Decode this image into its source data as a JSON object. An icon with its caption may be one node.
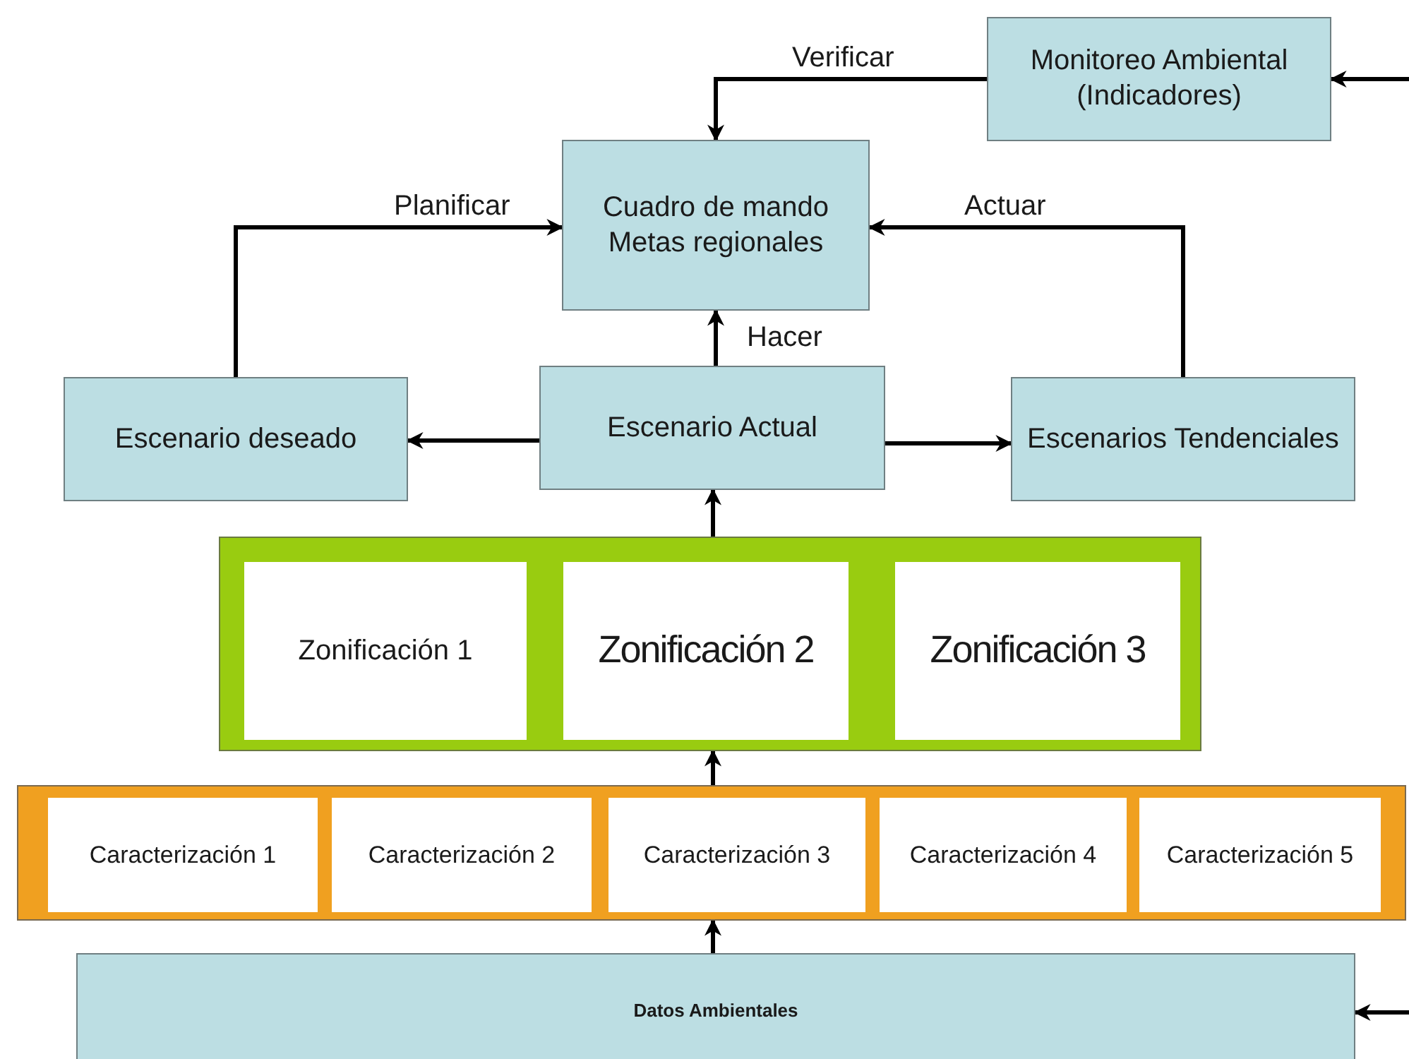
{
  "diagram": {
    "nodes": [
      {
        "text": [
          "Monitoreo Ambiental (Indicadores)"
        ]
      },
      {
        "text": [
          "Cuadro de mando Metas regionales"
        ]
      },
      {
        "text": [
          "Escenario deseado"
        ]
      },
      {
        "text": [
          "Escenario Actual"
        ]
      },
      {
        "text": [
          "Escenarios Tendenciales"
        ]
      },
      {
        "text": [],
        "shape": "box"
      },
      {
        "text": [
          "Zonificación 1"
        ],
        "in": 5
      },
      {
        "text": [
          "Zonificación 2"
        ],
        "in": 5
      },
      {
        "text": [
          "Zonificación 3"
        ],
        "in": 5
      },
      {
        "text": [],
        "shape": "box"
      },
      {
        "text": [
          "Caracterización 1"
        ],
        "in": 9
      },
      {
        "text": [
          "Caracterización 2"
        ],
        "in": 9
      },
      {
        "text": [
          "Caracterización 3"
        ],
        "in": 9
      },
      {
        "text": [
          "Caracterización 4"
        ],
        "in": 9
      },
      {
        "text": [
          "Caracterización 5"
        ],
        "in": 9
      },
      {
        "text": [
          "Datos Ambientales"
        ]
      }
    ],
    "edges": [
      {
        "from": null,
        "to": 0,
        "arrow": "to"
      },
      {
        "from": 0,
        "to": 1,
        "arrow": "to",
        "label": "Verificar"
      },
      {
        "from": 2,
        "to": 1,
        "arrow": "to",
        "label": "Planificar"
      },
      {
        "from": 3,
        "to": 1,
        "arrow": "to",
        "label": "Hacer"
      },
      {
        "from": 4,
        "to": 1,
        "arrow": "to",
        "label": "Actuar"
      },
      {
        "from": 3,
        "to": 2,
        "arrow": "to"
      },
      {
        "from": 3,
        "to": 4,
        "arrow": "to"
      },
      {
        "from": 5,
        "to": 3,
        "arrow": "to"
      },
      {
        "from": 9,
        "to": 5,
        "arrow": "to"
      },
      {
        "from": 15,
        "to": 9,
        "arrow": "to"
      },
      {
        "from": null,
        "to": 15,
        "arrow": "to"
      }
    ]
  }
}
